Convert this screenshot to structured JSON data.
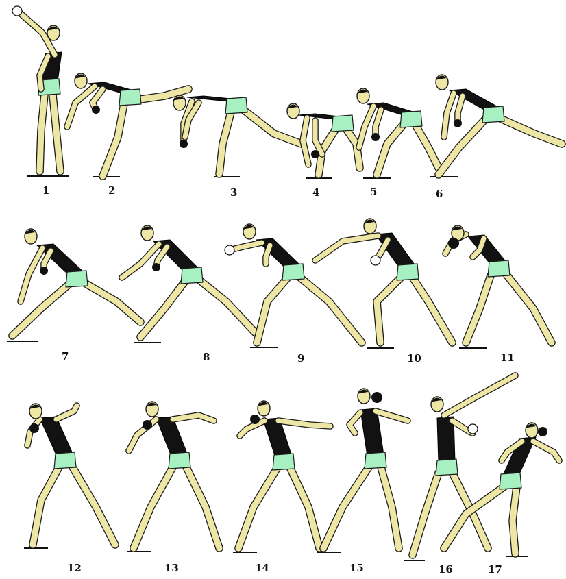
{
  "figure": {
    "frames": [
      {
        "number": "1",
        "label": "1"
      },
      {
        "number": "2",
        "label": "2"
      },
      {
        "number": "3",
        "label": "3"
      },
      {
        "number": "4",
        "label": "4"
      },
      {
        "number": "5",
        "label": "5"
      },
      {
        "number": "6",
        "label": "6"
      },
      {
        "number": "7",
        "label": "7"
      },
      {
        "number": "8",
        "label": "8"
      },
      {
        "number": "9",
        "label": "9"
      },
      {
        "number": "10",
        "label": "10"
      },
      {
        "number": "11",
        "label": "11"
      },
      {
        "number": "12",
        "label": "12"
      },
      {
        "number": "13",
        "label": "13"
      },
      {
        "number": "14",
        "label": "14"
      },
      {
        "number": "15",
        "label": "15"
      },
      {
        "number": "16",
        "label": "16"
      },
      {
        "number": "17",
        "label": "17"
      }
    ],
    "colors": {
      "skin": "#ede6a4",
      "shirt": "#121212",
      "shorts": "#a6f0c2",
      "outline": "#1a1a1a",
      "background": "#ffffff"
    }
  }
}
